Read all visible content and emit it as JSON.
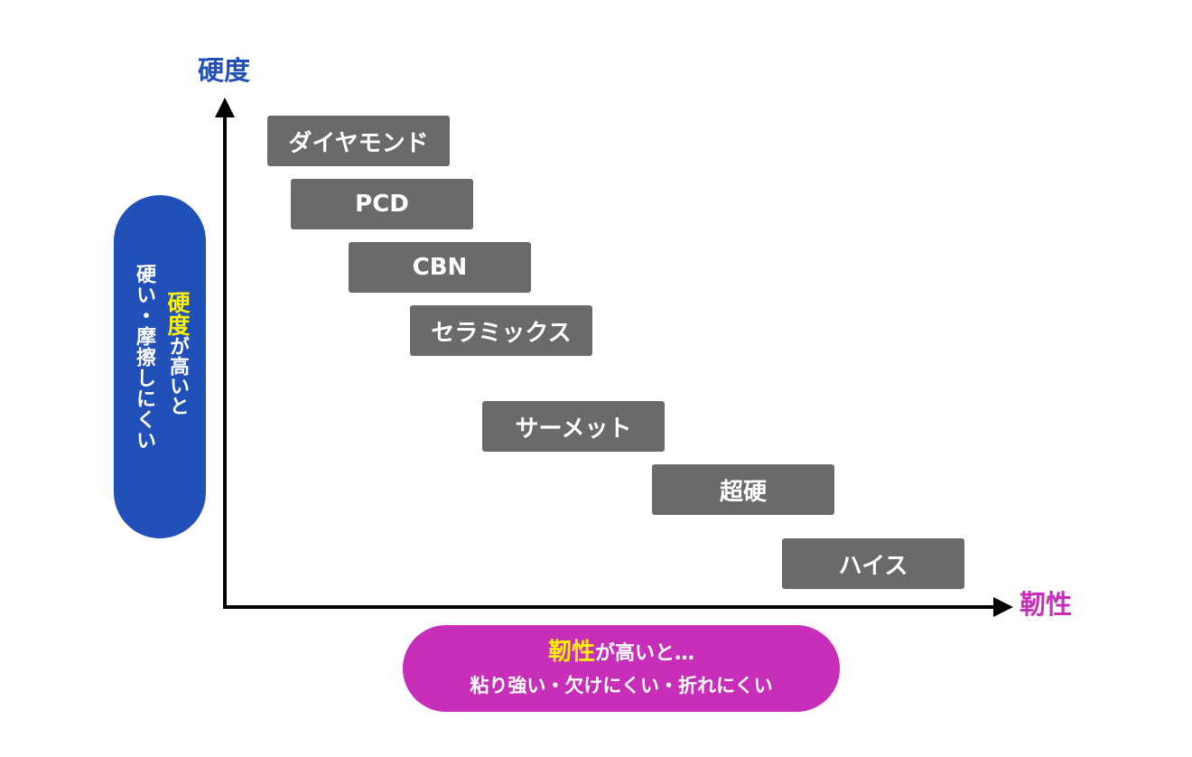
{
  "axes": {
    "y_label": "硬度",
    "x_label": "靭性"
  },
  "materials": [
    {
      "name": "ダイヤモンド"
    },
    {
      "name": "PCD"
    },
    {
      "name": "CBN"
    },
    {
      "name": "セラミックス"
    },
    {
      "name": "サーメット"
    },
    {
      "name": "超硬"
    },
    {
      "name": "ハイス"
    }
  ],
  "y_note": {
    "emphasis": "硬度",
    "line1_rest": "が高いと",
    "line2": "硬い・摩擦しにくい"
  },
  "x_note": {
    "emphasis": "靭性",
    "line1_rest": "が高いと…",
    "line2": "粘り強い・欠けにくい・折れにくい"
  },
  "colors": {
    "hardness_accent": "#2150b8",
    "toughness_accent": "#c72fb8",
    "highlight": "#fff200",
    "box_fill": "#6a6a6a",
    "axis": "#000000"
  }
}
